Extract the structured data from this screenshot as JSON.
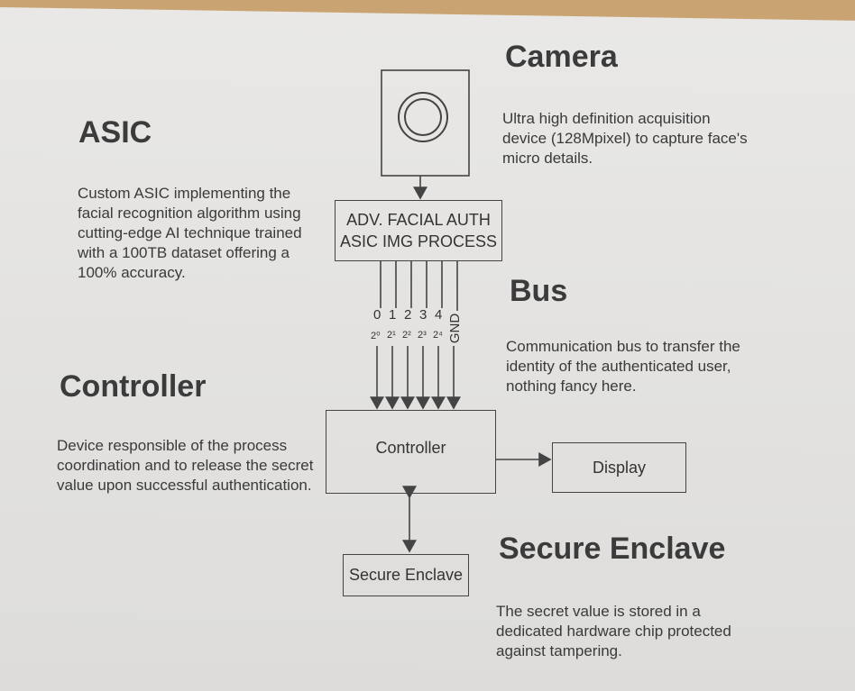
{
  "camera": {
    "title": "Camera",
    "description": "Ultra high definition acquisition device (128Mpixel) to capture face's micro details."
  },
  "asic": {
    "title": "ASIC",
    "description": "Custom ASIC implementing the facial recognition algorithm using cutting-edge AI technique trained with a 100TB dataset offering a 100% accuracy.",
    "box_line1": "ADV. FACIAL AUTH",
    "box_line2": "ASIC IMG PROCESS"
  },
  "bus": {
    "title": "Bus",
    "description": "Communication bus to transfer the identity of the authenticated user, nothing fancy here.",
    "lines": [
      "0",
      "1",
      "2",
      "3",
      "4"
    ],
    "weights": [
      "2⁰",
      "2¹",
      "2²",
      "2³",
      "2⁴"
    ],
    "ground": "GND"
  },
  "controller": {
    "title": "Controller",
    "description": "Device responsible of the process coordination and to release the secret value upon successful authentication.",
    "box_label": "Controller"
  },
  "display": {
    "box_label": "Display"
  },
  "enclave": {
    "title": "Secure Enclave",
    "description": "The secret value is stored in a dedicated hardware chip protected against tampering.",
    "box_label": "Secure Enclave"
  }
}
